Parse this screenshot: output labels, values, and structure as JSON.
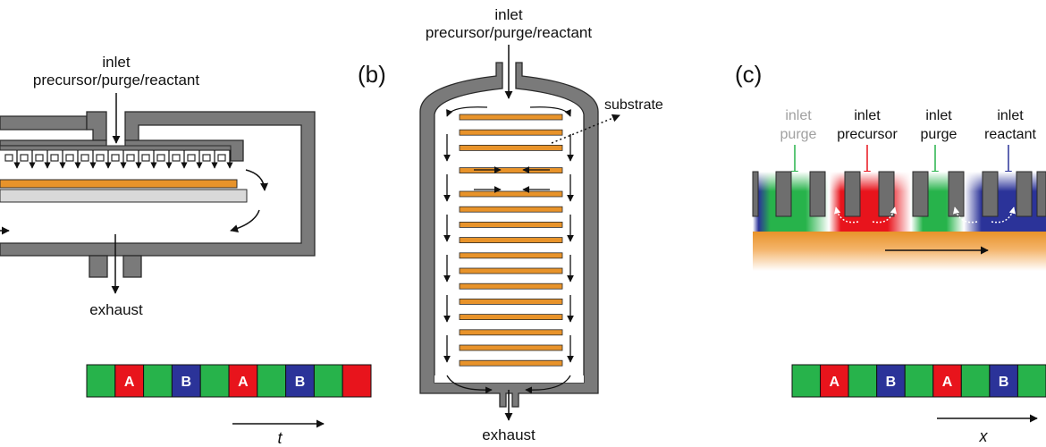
{
  "panel_a": {
    "inlet_label": "inlet",
    "inlet_sublabel": "precursor/purge/reactant",
    "exhaust_label": "exhaust",
    "sequence": [
      "A",
      "B",
      "A",
      "B"
    ],
    "axis_label": "t"
  },
  "panel_b": {
    "label": "(b)",
    "inlet_label": "inlet",
    "inlet_sublabel": "precursor/purge/reactant",
    "substrate_label": "substrate",
    "exhaust_label": "exhaust"
  },
  "panel_c": {
    "label": "(c)",
    "inlets": [
      {
        "line1": "inlet",
        "line2": "purge",
        "muted": true
      },
      {
        "line1": "inlet",
        "line2": "precursor",
        "muted": false
      },
      {
        "line1": "inlet",
        "line2": "purge",
        "muted": false
      },
      {
        "line1": "inlet",
        "line2": "reactant",
        "muted": false
      }
    ],
    "sequence": [
      "A",
      "B",
      "A",
      "B"
    ],
    "axis_label": "x"
  },
  "colors": {
    "wall": "#7a7a7a",
    "wall_edge": "#2b2b2b",
    "substrate": "#e8932a",
    "precursor_red": "#e8141c",
    "purge_green": "#27b34b",
    "reactant_blue": "#2b3399",
    "muted_label": "#a0a0a0"
  }
}
